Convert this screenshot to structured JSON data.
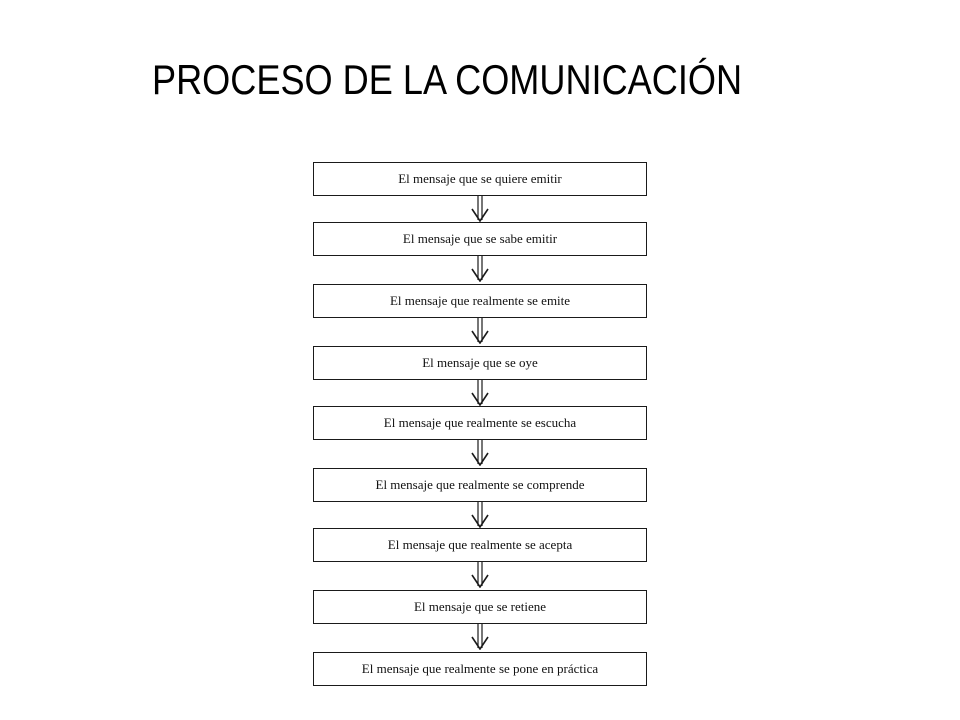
{
  "title": "PROCESO DE LA COMUNICACIÓN",
  "steps": [
    "El mensaje que se quiere emitir",
    "El mensaje que se sabe emitir",
    "El mensaje que realmente se emite",
    "El mensaje que se oye",
    "El mensaje que realmente se escucha",
    "El mensaje que realmente se comprende",
    "El mensaje que realmente se acepta",
    "El mensaje que se retiene",
    "El mensaje que realmente se pone en práctica"
  ],
  "colors": {
    "border": "#1a1a1a",
    "text": "#111111",
    "background": "#ffffff"
  },
  "icons": {
    "connector": "arrow-down-icon"
  }
}
